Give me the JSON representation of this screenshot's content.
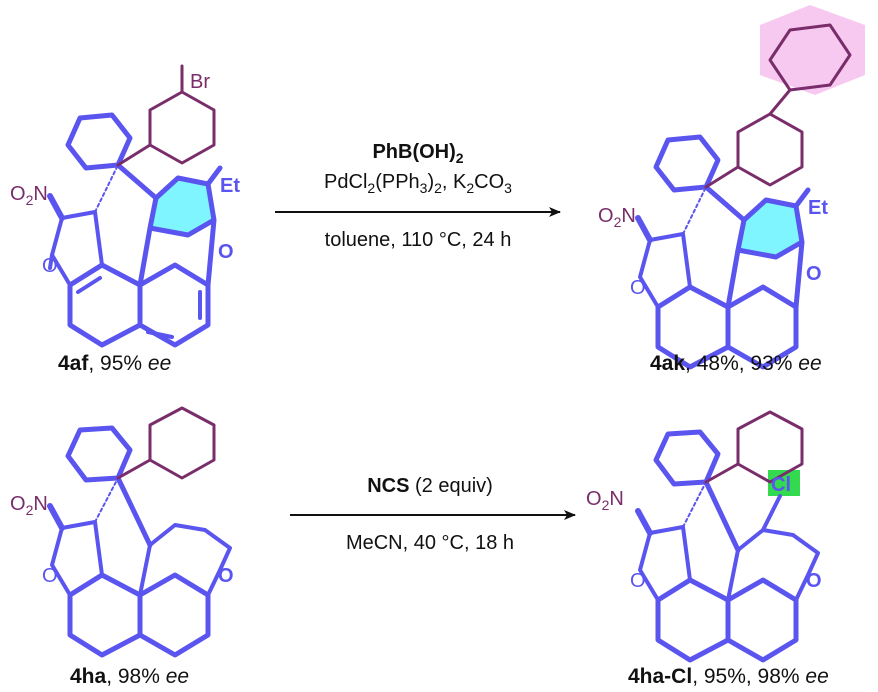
{
  "colors": {
    "scaffold": "#5b55f0",
    "aryl": "#7a2d6b",
    "furan_fill": "#7ff6ff",
    "biphenyl_highlight": "#f7c9f0",
    "cl_highlight": "#33d94f",
    "text": "#111111",
    "arrow": "#111111"
  },
  "atoms": {
    "o2n": "O2N",
    "oxygen": "O",
    "bromine": "Br",
    "ethyl": "Et",
    "chlorine": "Cl"
  },
  "reaction1": {
    "reagent": "PhB(OH)2",
    "catalyst": "PdCl2(PPh3)2, K2CO3",
    "conditions": "toluene, 110 °C, 24 h",
    "start": {
      "id": "4af",
      "rest": ", 95% ",
      "ee": "ee"
    },
    "product": {
      "id": "4ak",
      "rest": ", 48%, 93% ",
      "ee": "ee"
    }
  },
  "reaction2": {
    "reagent": "NCS",
    "reagent_amount": " (2 equiv)",
    "conditions": "MeCN, 40 °C, 18 h",
    "start": {
      "id": "4ha",
      "rest": ", 98% ",
      "ee": "ee"
    },
    "product": {
      "id": "4ha-Cl",
      "rest": ", 95%, 98% ",
      "ee": "ee"
    }
  }
}
